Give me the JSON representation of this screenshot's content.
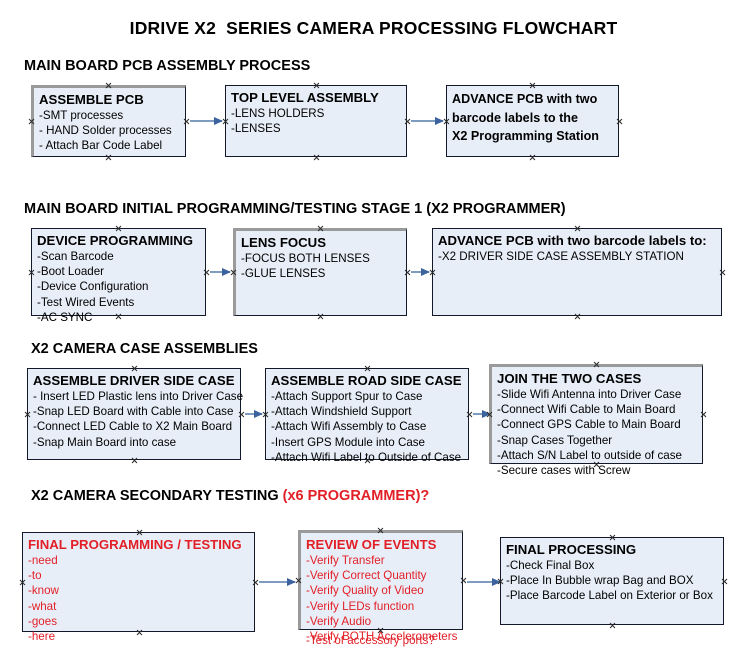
{
  "document": {
    "title": "IDRIVE X2  SERIES CAMERA PROCESSING FLOWCHART"
  },
  "sections": [
    {
      "id": "main-board-pcb-assembly",
      "heading": "MAIN BOARD PCB ASSEMBLY PROCESS",
      "heading_accent": "",
      "nodes": [
        {
          "id": "assemble-pcb",
          "title": "ASSEMBLE PCB",
          "items": [
            "-SMT processes",
            "- HAND Solder processes",
            "- Attach Bar Code Label"
          ]
        },
        {
          "id": "top-level-assembly",
          "title": "TOP LEVEL ASSEMBLY",
          "items": [
            "-LENS HOLDERS",
            "-LENSES"
          ]
        },
        {
          "id": "advance-pcb-to-programming-station",
          "title": "ADVANCE PCB with two",
          "items": [
            "barcode labels to the",
            " X2 Programming Station"
          ]
        }
      ]
    },
    {
      "id": "main-board-initial-programming",
      "heading": "MAIN BOARD INITIAL PROGRAMMING/TESTING STAGE 1 (X2 PROGRAMMER)",
      "heading_accent": "",
      "nodes": [
        {
          "id": "device-programming",
          "title": "DEVICE PROGRAMMING",
          "items": [
            "-Scan Barcode",
            "-Boot Loader",
            "-Device Configuration",
            "-Test Wired Events",
            "-AC SYNC"
          ]
        },
        {
          "id": "lens-focus",
          "title": "LENS FOCUS",
          "items": [
            "-FOCUS BOTH LENSES",
            "-GLUE LENSES"
          ]
        },
        {
          "id": "advance-pcb-to-driver-side-case",
          "title": "ADVANCE PCB with two barcode labels to:",
          "items": [
            "-X2 DRIVER  SIDE  CASE  ASSEMBLY STATION"
          ]
        }
      ]
    },
    {
      "id": "x2-camera-case-assemblies",
      "heading": "X2 CAMERA CASE ASSEMBLIES",
      "heading_accent": "",
      "nodes": [
        {
          "id": "assemble-driver-side-case",
          "title": "ASSEMBLE DRIVER SIDE CASE",
          "items": [
            "- Insert LED Plastic lens into Driver Case",
            "-Snap LED Board with Cable into Case",
            "-Connect LED Cable to X2 Main Board",
            "-Snap Main Board into case"
          ]
        },
        {
          "id": "assemble-road-side-case",
          "title": "ASSEMBLE ROAD SIDE CASE",
          "items": [
            "-Attach Support Spur to Case",
            "-Attach Windshield Support",
            "-Attach Wifi Assembly to Case",
            "-Insert GPS Module into Case",
            "-Attach Wifi Label to Outside of Case"
          ]
        },
        {
          "id": "join-the-two-cases",
          "title": "JOIN THE TWO CASES",
          "items": [
            "-Slide Wifi Antenna into Driver Case",
            "-Connect Wifi Cable to Main Board",
            "-Connect GPS Cable to Main Board",
            "-Snap Cases Together",
            "-Attach S/N Label to outside of case",
            "-Secure cases with Screw"
          ]
        }
      ]
    },
    {
      "id": "x2-camera-secondary-testing",
      "heading": "X2 CAMERA SECONDARY TESTING ",
      "heading_accent": "(x6 PROGRAMMER)?",
      "nodes": [
        {
          "id": "final-programming-testing",
          "title": "FINAL PROGRAMMING / TESTING",
          "items": [
            "-need",
            "-to",
            "-know",
            "-what",
            "-goes",
            "-here"
          ]
        },
        {
          "id": "review-of-events",
          "title": "REVIEW OF EVENTS",
          "items": [
            "-Verify Transfer",
            "-Verify Correct Quantity",
            "-Verify Quality of Video",
            "-Verify LEDs function",
            "-Verify Audio",
            "-Verify BOTH Accelerometers"
          ],
          "overflow_item": "-Test of accessory ports?"
        },
        {
          "id": "final-processing",
          "title": "FINAL PROCESSING",
          "items": [
            " -Check Final Box",
            "-Place In Bubble wrap Bag and BOX",
            "-Place Barcode Label on Exterior or Box"
          ]
        }
      ]
    }
  ],
  "colors": {
    "box_fill": "#e8eef8",
    "box_border": "#13182b",
    "accent_red": "#e21f26",
    "arrow": "#7d9cc0",
    "arrow_head": "#3c63a0",
    "shadow": "#9a9a9a"
  }
}
